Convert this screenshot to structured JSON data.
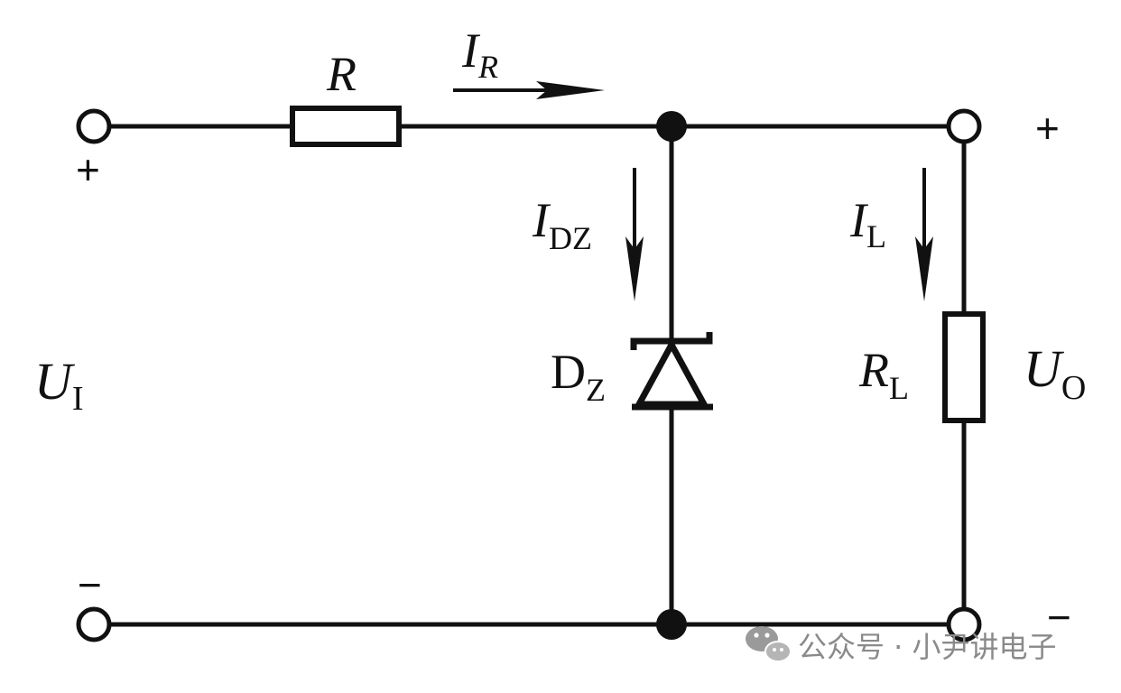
{
  "labels": {
    "resistor": "R",
    "current_r": {
      "main": "I",
      "sub": "R"
    },
    "current_dz": {
      "main": "I",
      "sub": "DZ"
    },
    "current_l": {
      "main": "I",
      "sub": "L"
    },
    "zener_diode": {
      "main": "D",
      "sub": "Z"
    },
    "load_resistor": {
      "main": "R",
      "sub": "L"
    },
    "input_voltage": {
      "main": "U",
      "sub": "I"
    },
    "output_voltage": {
      "main": "U",
      "sub": "O"
    }
  },
  "terminals": {
    "input_plus": "+",
    "input_minus": "−",
    "output_plus": "+",
    "output_minus": "−"
  },
  "watermark": {
    "text": "公众号 · 小尹讲电子",
    "icon": "wechat-icon"
  },
  "colors": {
    "line": "#111111",
    "background": "#ffffff",
    "watermark": "#8a8a8a"
  }
}
